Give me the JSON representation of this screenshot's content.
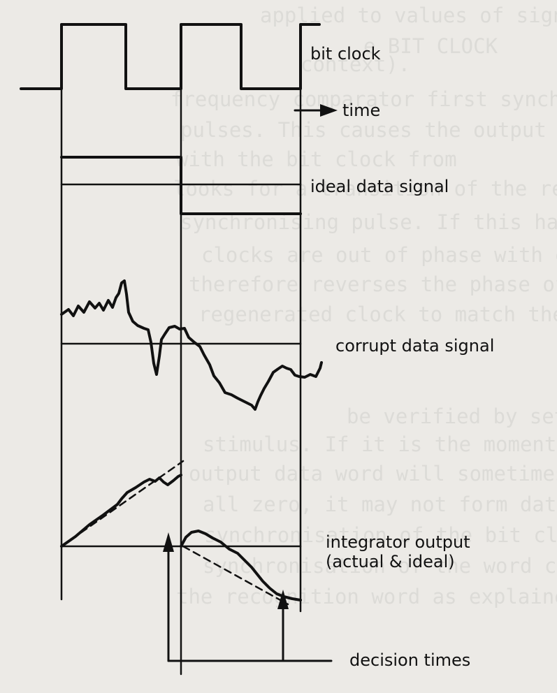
{
  "labels": {
    "bit_clock": "bit clock",
    "time": "time",
    "ideal_data_signal": "ideal data signal",
    "corrupt_data_signal": "corrupt data signal",
    "integrator_output_line1": "integrator output",
    "integrator_output_line2": "(actual & ideal)",
    "decision_times": "decision times"
  },
  "colors": {
    "ink": "#111111",
    "paper": "#eceae6",
    "bleed_text": "#cfcfcc"
  },
  "bleed_through_text": [
    "applied to values of signal phase",
    "e BIT CLOCK",
    "context).",
    "frequency comparator first synchronous",
    "pulses. This causes the output",
    "with the bit clock from",
    "looks for a transition of the regenerated",
    "synchronising pulse. If this happens",
    "clocks are out of phase with each",
    "therefore reverses the phase of the",
    "regenerated clock to match the one",
    "be verified by setting up a zero",
    "stimulus. If it is the momentary",
    "output data word will sometimes",
    "all zero, it may not form data bits",
    "synchronisation of the bit clock with",
    "synchronisation of the word clock is",
    "the recognition word as explained"
  ]
}
